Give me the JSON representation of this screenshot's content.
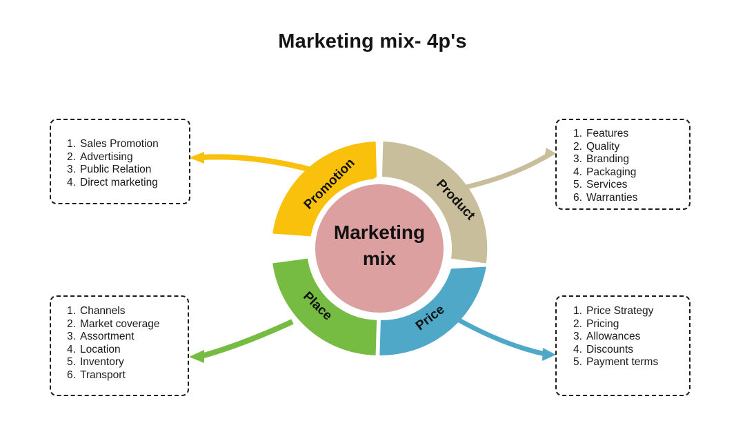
{
  "title": "Marketing mix- 4p's",
  "center": {
    "line1": "Marketing",
    "line2": "mix"
  },
  "colors": {
    "promotion": "#F9C00C",
    "product": "#C8BE9B",
    "place": "#76BC43",
    "price": "#4FA8C8",
    "center_fill": "#DDA0A0",
    "gap": "#FFFFFF",
    "text": "#111111",
    "box_border": "#1A1A1A",
    "background": "#FFFFFF"
  },
  "segments": {
    "promotion": {
      "label": "Promotion"
    },
    "product": {
      "label": "Product"
    },
    "place": {
      "label": "Place"
    },
    "price": {
      "label": "Price"
    }
  },
  "boxes": {
    "promotion": {
      "name": "Promotion",
      "items": [
        {
          "num": "1.",
          "text": "Sales Promotion"
        },
        {
          "num": "2.",
          "text": "Advertising"
        },
        {
          "num": "3.",
          "text": "Public Relation"
        },
        {
          "num": "4.",
          "text": "Direct marketing"
        }
      ]
    },
    "product": {
      "name": "Product",
      "items": [
        {
          "num": "1.",
          "text": "Features"
        },
        {
          "num": "2.",
          "text": "Quality"
        },
        {
          "num": "3.",
          "text": "Branding"
        },
        {
          "num": "4.",
          "text": "Packaging"
        },
        {
          "num": "5.",
          "text": "Services"
        },
        {
          "num": "6.",
          "text": "Warranties"
        }
      ]
    },
    "place": {
      "name": "Place",
      "items": [
        {
          "num": "1.",
          "text": "Channels"
        },
        {
          "num": "2.",
          "text": "Market coverage"
        },
        {
          "num": "3.",
          "text": "Assortment"
        },
        {
          "num": "4.",
          "text": "Location"
        },
        {
          "num": "5.",
          "text": "Inventory"
        },
        {
          "num": "6.",
          "text": "Transport"
        }
      ]
    },
    "price": {
      "name": "Price",
      "items": [
        {
          "num": "1.",
          "text": "Price Strategy"
        },
        {
          "num": "2.",
          "text": "Pricing"
        },
        {
          "num": "3.",
          "text": "Allowances"
        },
        {
          "num": "4.",
          "text": "Discounts"
        },
        {
          "num": "5.",
          "text": "Payment terms"
        }
      ]
    }
  },
  "chart_data": {
    "type": "pie",
    "title": "Marketing mix- 4p's",
    "subtitle": "Marketing mix",
    "labels": [
      "Promotion",
      "Product",
      "Price",
      "Place"
    ],
    "values": [
      25,
      25,
      25,
      25
    ],
    "colors": [
      "#F9C00C",
      "#C8BE9B",
      "#4FA8C8",
      "#76BC43"
    ],
    "donut": true,
    "inner_radius_ratio": 0.65,
    "legend": "none",
    "grid": false,
    "annotations": [
      "Promotion: Sales Promotion, Advertising, Public Relation, Direct marketing",
      "Product: Features, Quality, Branding, Packaging, Services, Warranties",
      "Place: Channels, Market coverage, Assortment, Location, Inventory, Transport",
      "Price: Price Strategy, Pricing, Allowances, Discounts, Payment terms"
    ]
  }
}
